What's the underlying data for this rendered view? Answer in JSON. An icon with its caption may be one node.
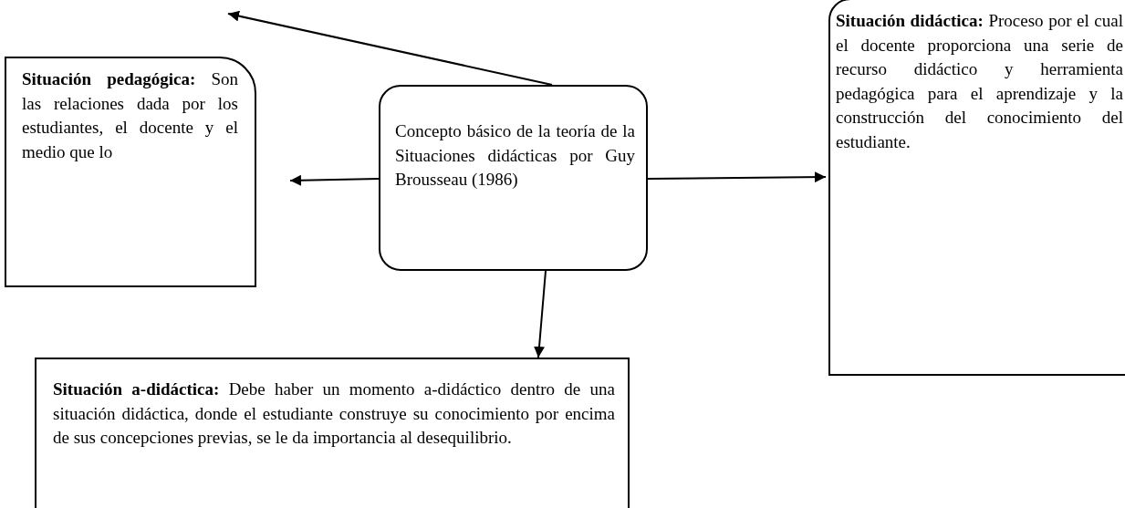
{
  "diagram": {
    "nodes": [
      {
        "text": [
          "Concepto básico de la teoría de la Situaciones didácticas por Guy Brousseau (1986)"
        ]
      },
      {
        "text": [
          "**Situación pedagógica:** Son las relaciones dada por los estudiantes, el docente y el medio que lo"
        ]
      },
      {
        "text": [
          "**Situación didáctica:** Proceso por el cual el docente proporciona una serie de recurso didáctico y herramienta pedagógica para el aprendizaje y la construcción del conocimiento del estudiante."
        ]
      },
      {
        "text": [
          "**Situación a-didáctica:** Debe haber un momento a-didáctico dentro de una situación didáctica, donde el estudiante construye su conocimiento por encima de sus concepciones previas, se le da importancia al desequilibrio."
        ]
      }
    ],
    "edges": [
      {
        "from": 0,
        "to": null,
        "arrow": "to"
      },
      {
        "from": 0,
        "to": 1,
        "arrow": "to"
      },
      {
        "from": 0,
        "to": 2,
        "arrow": "to"
      },
      {
        "from": 0,
        "to": 3,
        "arrow": "to"
      }
    ]
  }
}
